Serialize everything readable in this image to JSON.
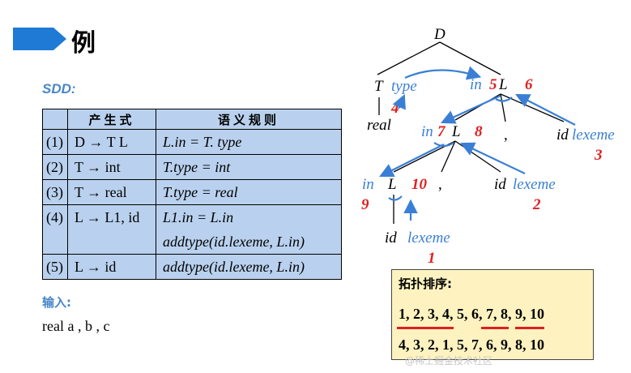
{
  "header": {
    "title": "例"
  },
  "sdd": {
    "label": "SDD:",
    "headers": [
      "产生式",
      "语义规则"
    ],
    "rows": [
      {
        "num": "(1)",
        "production": "D → T L",
        "rule": "L.in = T. type"
      },
      {
        "num": "(2)",
        "production": "T → int",
        "rule": "T.type = int"
      },
      {
        "num": "(3)",
        "production": "T → real",
        "rule": "T.type = real"
      },
      {
        "num": "(4)",
        "production": "L → L1, id",
        "rule": "L1.in = L.in"
      },
      {
        "num": "",
        "production": "",
        "rule": "addtype(id.lexeme, L.in)"
      },
      {
        "num": "(5)",
        "production": "L → id",
        "rule": "addtype(id.lexeme, L.in)"
      }
    ]
  },
  "input": {
    "label": "输入:",
    "value": "real a , b , c"
  },
  "tree": {
    "D": "D",
    "T": "T",
    "type": "type",
    "real": "real",
    "in": "in",
    "L": "L",
    "comma": ",",
    "id": "id",
    "lexeme": "lexeme",
    "n1": "1",
    "n2": "2",
    "n3": "3",
    "n4": "4",
    "n5": "5",
    "n6": "6",
    "n7": "7",
    "n8": "8",
    "n9": "9",
    "n10": "10"
  },
  "topo": {
    "title": "拓扑排序:",
    "order1": "1, 2, 3, 4, 5, 6, 7, 8, 9, 10",
    "order2": "4, 3, 2, 1, 5, 7, 6, 9, 8, 10"
  },
  "watermark": "@稀土掘金技术社区",
  "colors": {
    "accent": "#3a7fd5",
    "red": "#e11e1e",
    "table_bg": "#b9d1ee",
    "topo_bg": "#fef3c0",
    "title_arrow": "#1f7ad6"
  }
}
